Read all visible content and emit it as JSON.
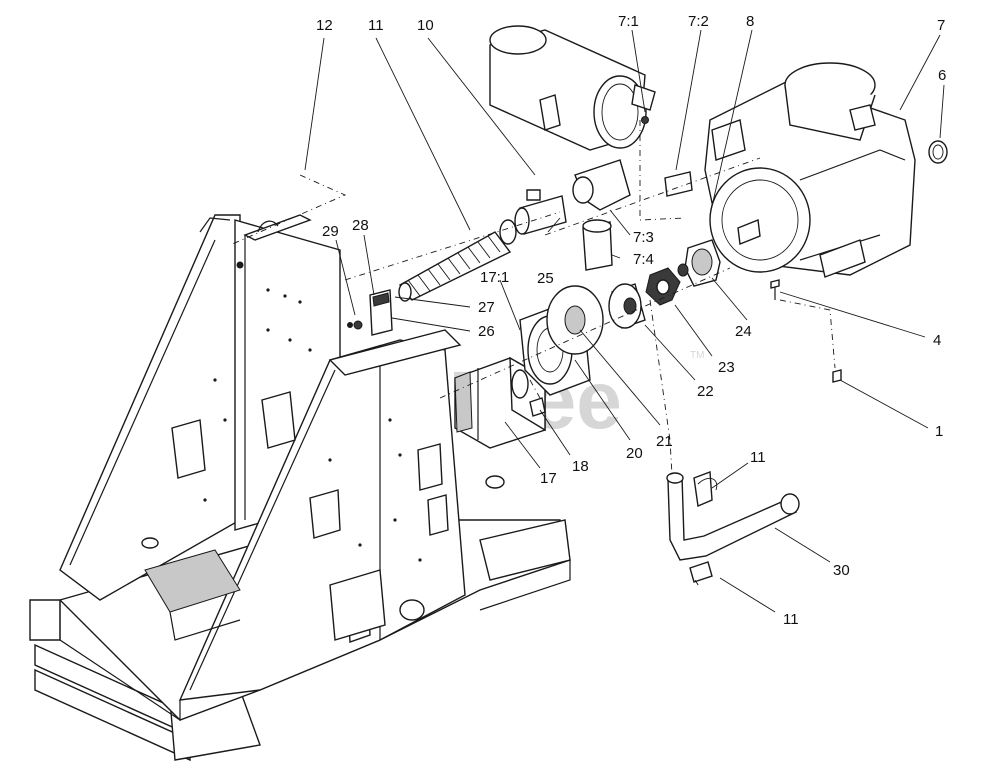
{
  "watermark": {
    "text": "PartsTree",
    "mark": "TM"
  },
  "callouts": [
    {
      "label": "12"
    },
    {
      "label": "11"
    },
    {
      "label": "10"
    },
    {
      "label": "7:1"
    },
    {
      "label": "7:2"
    },
    {
      "label": "8"
    },
    {
      "label": "7"
    },
    {
      "label": "6"
    },
    {
      "label": "29"
    },
    {
      "label": "28"
    },
    {
      "label": "7:3"
    },
    {
      "label": "7:4"
    },
    {
      "label": "17:1"
    },
    {
      "label": "25"
    },
    {
      "label": "27"
    },
    {
      "label": "26"
    },
    {
      "label": "24"
    },
    {
      "label": "4"
    },
    {
      "label": "23"
    },
    {
      "label": "22"
    },
    {
      "label": "1"
    },
    {
      "label": "21"
    },
    {
      "label": "20"
    },
    {
      "label": "18"
    },
    {
      "label": "17"
    },
    {
      "label": "11"
    },
    {
      "label": "30"
    },
    {
      "label": "11"
    }
  ]
}
